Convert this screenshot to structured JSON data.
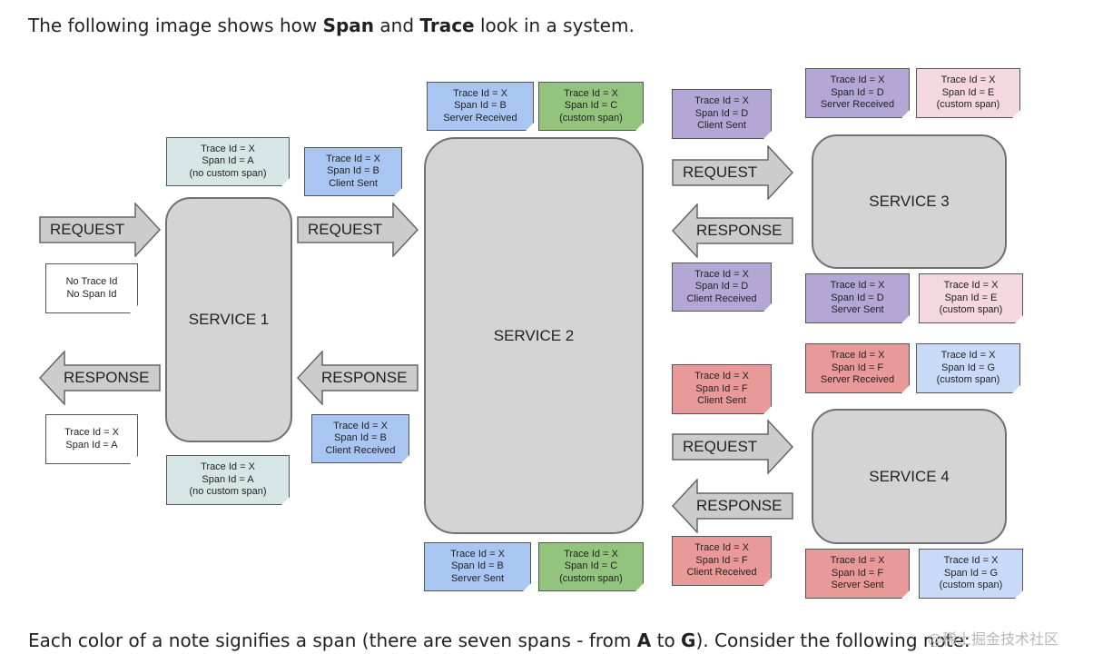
{
  "intro": {
    "p1": "The following image shows how ",
    "b1": "Span",
    "p2": " and ",
    "b2": "Trace",
    "p3": " look in a system."
  },
  "outro": {
    "p1": "Each color of a note signifies a span (there are seven spans - from ",
    "b1": "A",
    "p2": " to ",
    "b2": "G",
    "p3": "). Consider the following note:"
  },
  "watermark": "@稀土掘金技术社区",
  "services": {
    "s1": "SERVICE 1",
    "s2": "SERVICE 2",
    "s3": "SERVICE 3",
    "s4": "SERVICE 4"
  },
  "arrows": {
    "request": "REQUEST",
    "response": "RESPONSE"
  },
  "notes": {
    "n1": [
      "Trace Id = X",
      "Span Id = A",
      "(no custom span)"
    ],
    "n2": [
      "No Trace Id",
      "No Span Id"
    ],
    "n3": [
      "Trace Id = X",
      "Span Id = A"
    ],
    "n4": [
      "Trace Id = X",
      "Span Id = A",
      "(no custom span)"
    ],
    "n5": [
      "Trace Id = X",
      "Span Id = B",
      "Client Sent"
    ],
    "n6": [
      "Trace Id = X",
      "Span Id = B",
      "Client Received"
    ],
    "n7": [
      "Trace Id = X",
      "Span Id = B",
      "Server Received"
    ],
    "n8": [
      "Trace Id = X",
      "Span Id = C",
      "(custom span)"
    ],
    "n9": [
      "Trace Id = X",
      "Span Id = B",
      "Server Sent"
    ],
    "n10": [
      "Trace Id = X",
      "Span Id = C",
      "(custom span)"
    ],
    "n11": [
      "Trace Id = X",
      "Span Id = D",
      "Client Sent"
    ],
    "n12": [
      "Trace Id = X",
      "Span Id = D",
      "Client Received"
    ],
    "n13": [
      "Trace Id = X",
      "Span Id = F",
      "Client Sent"
    ],
    "n14": [
      "Trace Id = X",
      "Span Id = F",
      "Client Received"
    ],
    "n15": [
      "Trace Id = X",
      "Span Id = D",
      "Server Received"
    ],
    "n16": [
      "Trace Id = X",
      "Span Id = E",
      "(custom span)"
    ],
    "n17": [
      "Trace Id = X",
      "Span Id = D",
      "Server Sent"
    ],
    "n18": [
      "Trace Id = X",
      "Span Id = E",
      "(custom span)"
    ],
    "n19": [
      "Trace Id = X",
      "Span Id = F",
      "Server Received"
    ],
    "n20": [
      "Trace Id = X",
      "Span Id = G",
      "(custom span)"
    ],
    "n21": [
      "Trace Id = X",
      "Span Id = F",
      "Server Sent"
    ],
    "n22": [
      "Trace Id = X",
      "Span Id = G",
      "(custom span)"
    ]
  },
  "colors": {
    "service": "#d4d4d4",
    "arrow": "#cccccc",
    "light": "#d6e6e6",
    "blue": "#a9c6f2",
    "green": "#93c47d",
    "purple": "#b4a7d6",
    "pink": "#f4d7df",
    "red": "#ea9999",
    "lightblue": "#c9daf8"
  }
}
